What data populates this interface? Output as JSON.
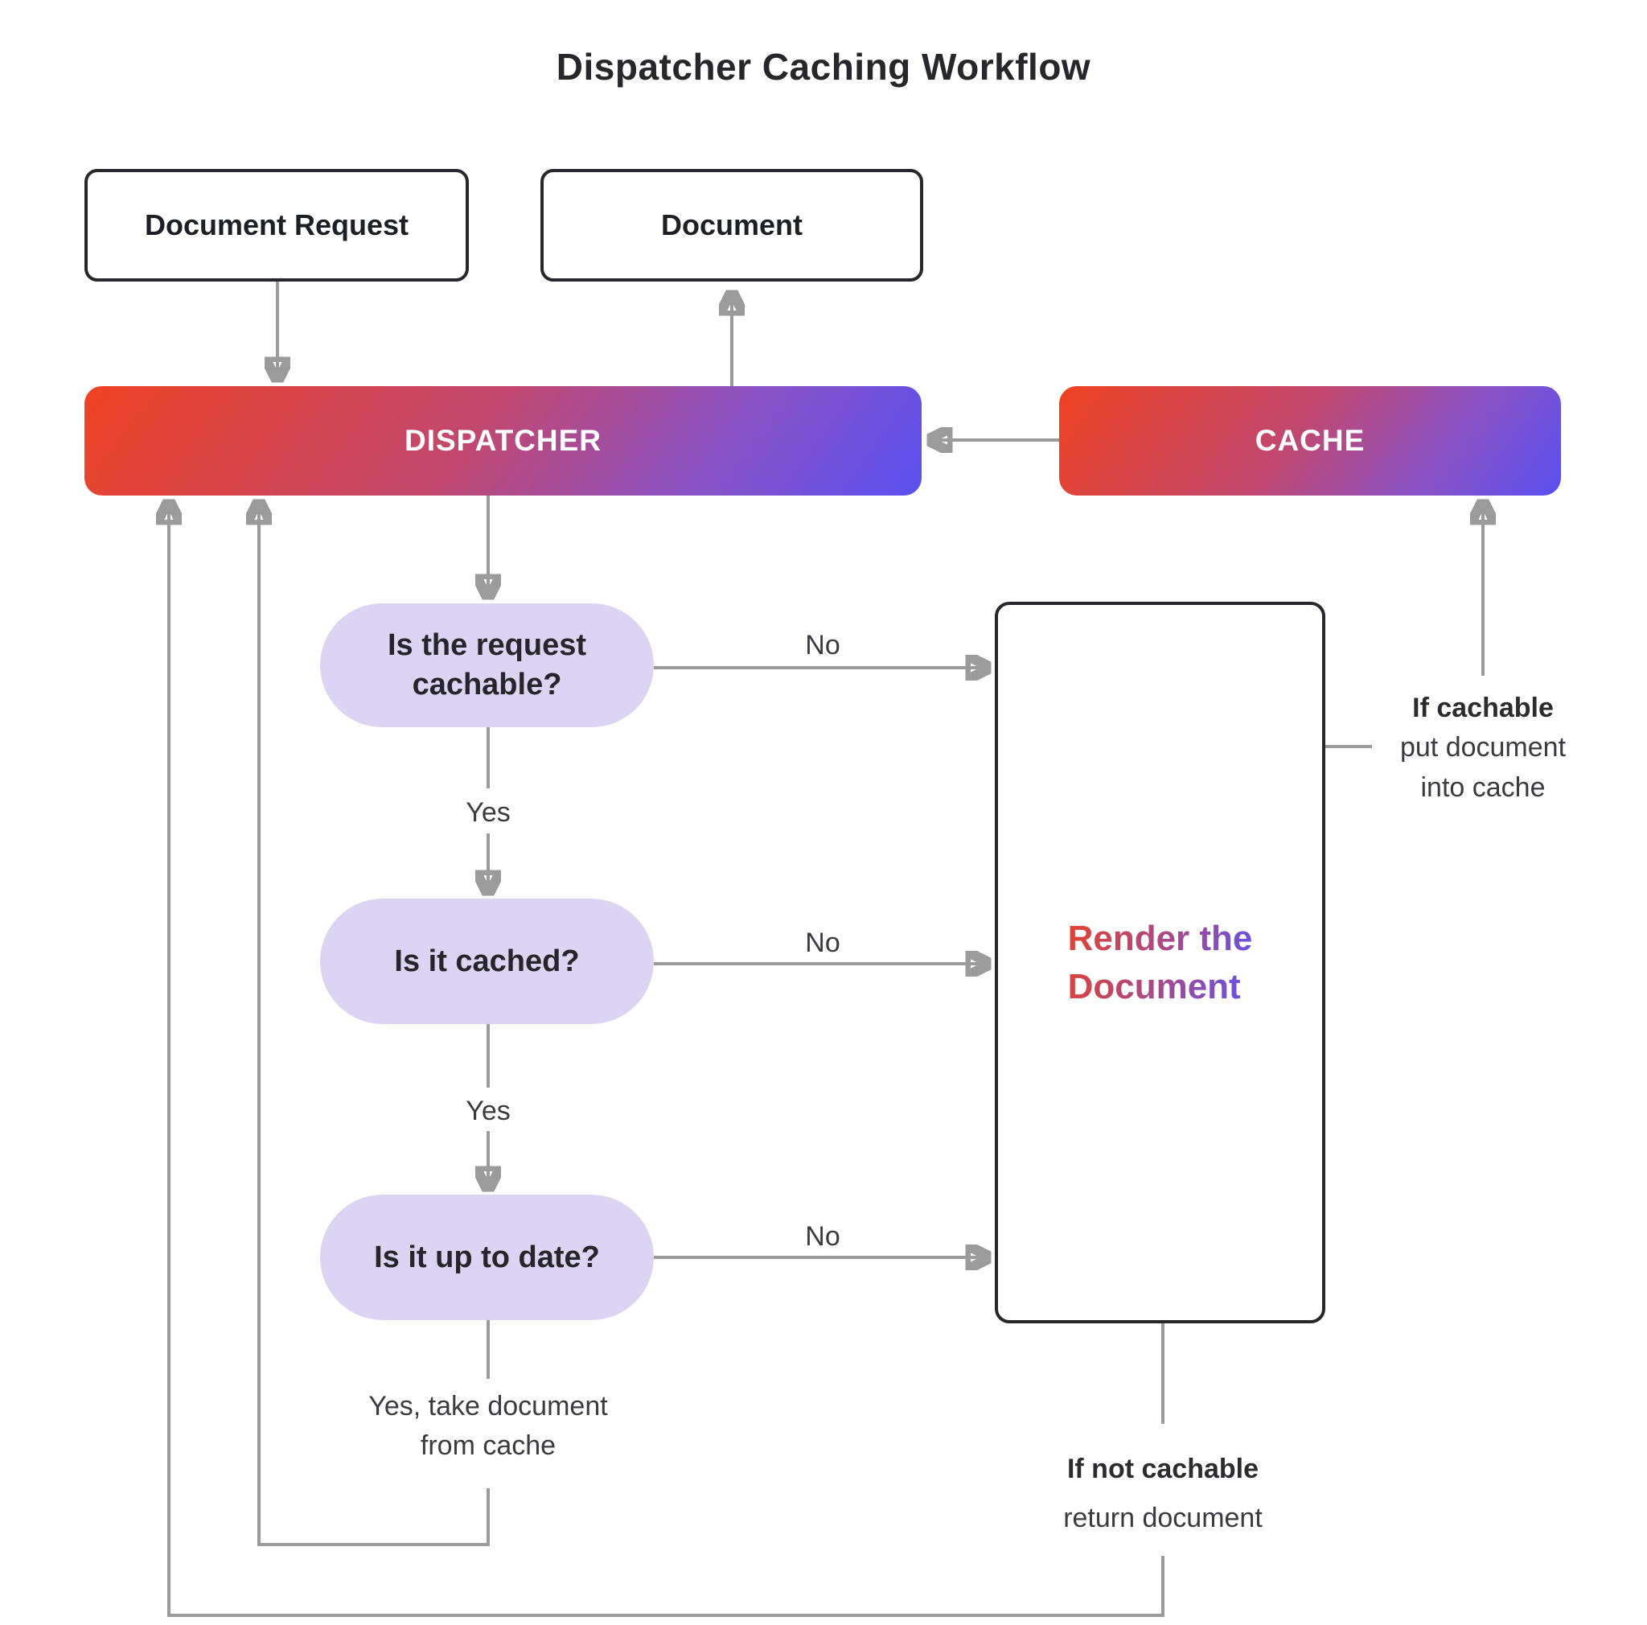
{
  "title": "Dispatcher Caching Workflow",
  "nodes": {
    "document_request": "Document Request",
    "document": "Document",
    "dispatcher": "DISPATCHER",
    "cache": "CACHE",
    "q_cachable": "Is the request cachable?",
    "q_cached": "Is it cached?",
    "q_up_to_date": "Is it up to date?",
    "render": {
      "line1": "Render the",
      "line2": "Document"
    }
  },
  "labels": {
    "no": "No",
    "yes": "Yes",
    "yes_take": {
      "line1": "Yes, take document",
      "line2": "from cache"
    },
    "if_cachable": {
      "title": "If cachable",
      "line2": "put document",
      "line3": "into cache"
    },
    "if_not_cachable": {
      "title": "If not cachable",
      "line2": "return document"
    }
  },
  "colors": {
    "bar_gradient_start": "#ef4323",
    "bar_gradient_end": "#5a50f0",
    "render_text_gradient_start": "#e4432e",
    "render_text_gradient_end": "#6053ec",
    "pill_fill": "#dbd4f3",
    "connector_gray": "#9b9b9b",
    "text_dark": "#26262b"
  }
}
